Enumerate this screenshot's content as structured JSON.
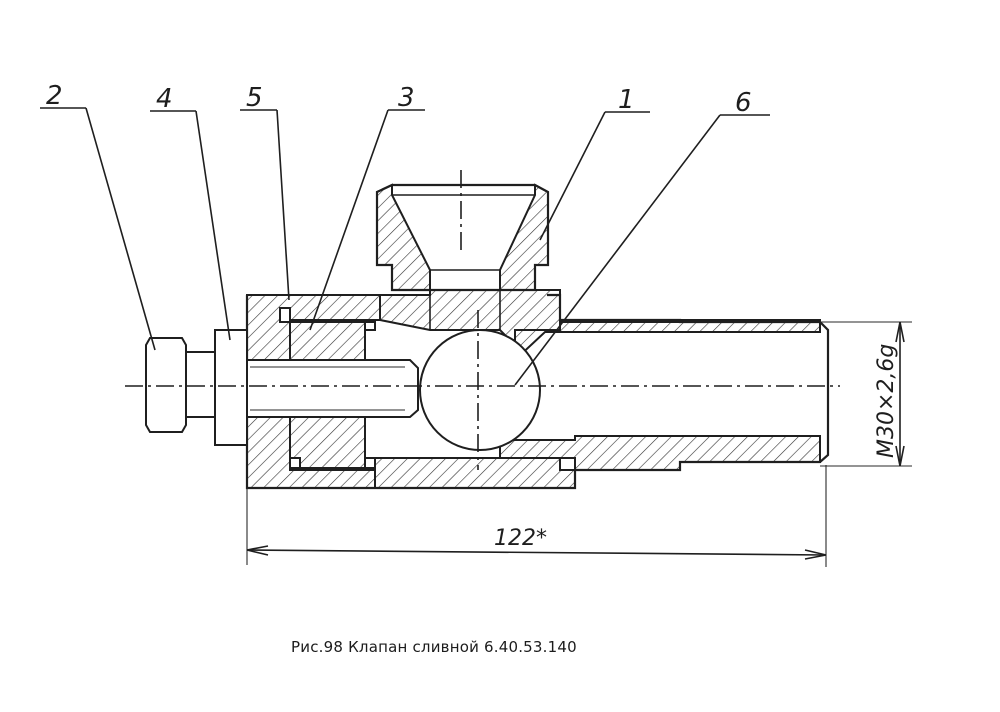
{
  "drawing": {
    "callouts": [
      "2",
      "4",
      "5",
      "3",
      "1",
      "6"
    ],
    "dimensions": {
      "length": "122*",
      "thread": "M30×2,6g"
    }
  },
  "caption": "Рис.98 Клапан сливной 6.40.53.140"
}
